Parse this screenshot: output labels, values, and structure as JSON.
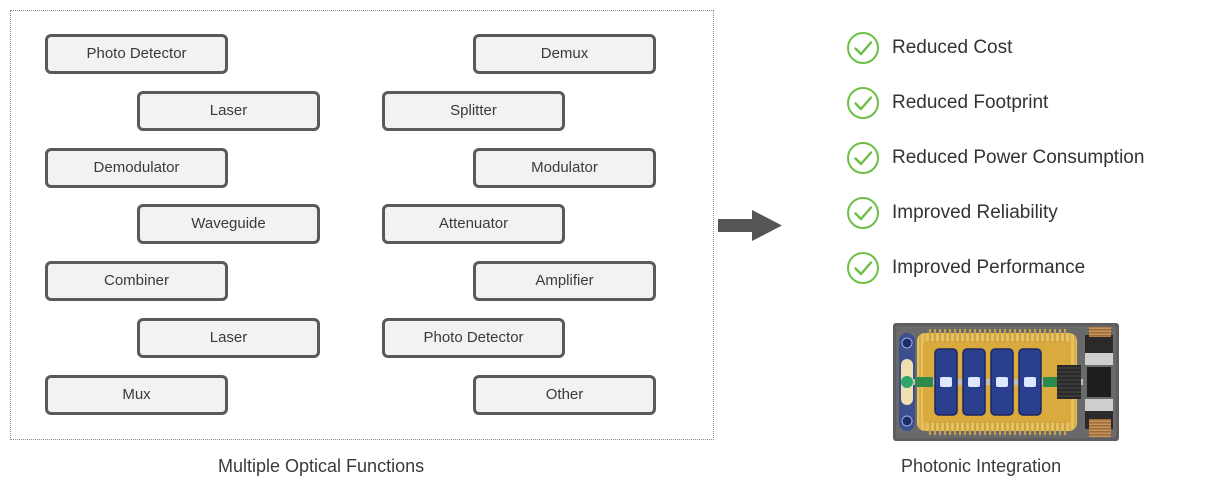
{
  "functions": {
    "left_column": [
      "Photo Detector",
      "Laser",
      "Demodulator",
      "Waveguide",
      "Combiner",
      "Laser",
      "Mux"
    ],
    "right_column": [
      "Demux",
      "Splitter",
      "Modulator",
      "Attenuator",
      "Amplifier",
      "Photo Detector",
      "Other"
    ],
    "caption": "Multiple Optical Functions"
  },
  "benefits": {
    "items": [
      "Reduced Cost",
      "Reduced Footprint",
      "Reduced Power Consumption",
      "Improved Reliability",
      "Improved Performance"
    ],
    "check_icon": "check-circle-icon",
    "check_color": "#6cbf45"
  },
  "chip": {
    "caption": "Photonic Integration",
    "icon": "photonic-chip-icon"
  },
  "colors": {
    "box_border": "#5a5a5a",
    "box_fill": "#f2f2f2",
    "arrow": "#555555"
  }
}
